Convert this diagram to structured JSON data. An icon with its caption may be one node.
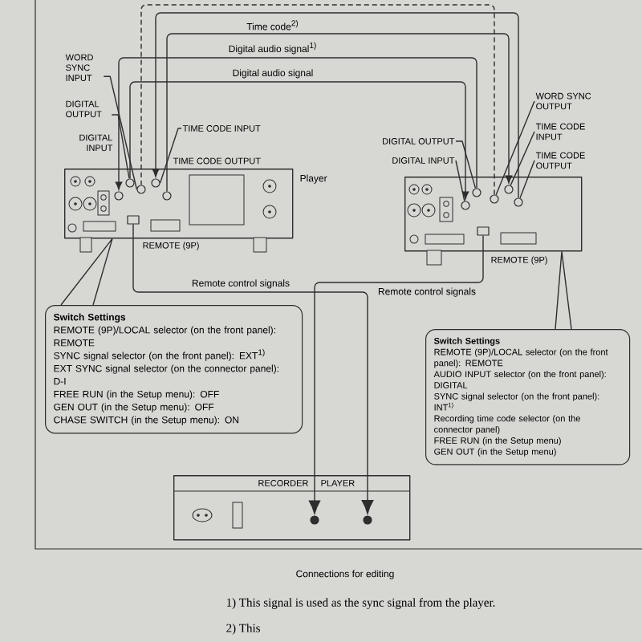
{
  "diagram": {
    "caption": "Connections for editing",
    "nodes": [
      {
        "text": [],
        "shape": "box",
        "beside": [
          "Player"
        ]
      },
      {
        "text": [],
        "shape": "circle",
        "in": 0
      },
      {
        "text": [],
        "shape": "circle",
        "in": 0
      },
      {
        "text": [],
        "shape": "box",
        "in": 0
      },
      {
        "text": [],
        "shape": "circle",
        "in": 0
      },
      {
        "text": [],
        "shape": "circle",
        "in": 0
      },
      {
        "text": [],
        "shape": "circle",
        "in": 0
      },
      {
        "text": [],
        "shape": "box"
      },
      {
        "text": [],
        "shape": "circle",
        "in": 7
      },
      {
        "text": [],
        "shape": "circle",
        "in": 7
      },
      {
        "text": [],
        "shape": "box",
        "in": 7
      },
      {
        "text": [],
        "shape": "circle",
        "in": 7
      },
      {
        "text": [],
        "shape": "circle",
        "in": 7
      },
      {
        "text": [],
        "shape": "circle",
        "in": 7
      },
      {
        "text": [],
        "shape": "box"
      },
      {
        "text": [],
        "shape": "circle",
        "in": 14,
        "beside": [
          "RECORDER"
        ]
      },
      {
        "text": [],
        "shape": "circle",
        "in": 14,
        "beside": [
          "PLAYER"
        ]
      },
      {
        "text": [
          "Switch Settings",
          "REMOTE (9P)/LOCAL selector (on the front panel): REMOTE",
          "SYNC signal selector (on the front panel): EXT$^{1)}$",
          "EXT SYNC signal selector (on the connector panel): D-I",
          "FREE RUN (in the Setup menu): OFF",
          "GEN OUT (in the Setup menu): OFF",
          "CHASE SWITCH (in the Setup menu): ON"
        ]
      },
      {
        "text": [
          "Switch Settings",
          "REMOTE (9P)/LOCAL selector (on the front panel): REMOTE",
          "AUDIO INPUT selector (on the front panel): DIGITAL",
          "SYNC signal selector (on the front panel): INT$^{1)}$",
          "Recording time code selector (on the connector panel)",
          "FREE RUN (in the Setup menu)",
          "GEN OUT (in the Setup menu)"
        ]
      },
      {
        "text": [
          "WORD SYNC INPUT"
        ]
      },
      {
        "text": [
          "DIGITAL OUTPUT"
        ]
      },
      {
        "text": [
          "TIME CODE INPUT"
        ]
      },
      {
        "text": [
          "DIGITAL OUTPUT"
        ]
      },
      {
        "text": [
          "DIGITAL INPUT"
        ]
      },
      {
        "text": [
          "WORD SYNC OUTPUT"
        ]
      },
      {
        "text": [
          "TIME CODE INPUT"
        ]
      },
      {
        "text": [
          "TIME CODE OUTPUT"
        ]
      }
    ],
    "edges": [
      {
        "from": 11,
        "to": 4,
        "arrow": "none",
        "style": "dashed"
      },
      {
        "from": 13,
        "to": 5,
        "arrow": "to"
      },
      {
        "from": 6,
        "to": 12,
        "arrow": "to",
        "label": "Time code$^{2)}$"
      },
      {
        "from": 9,
        "to": 1,
        "arrow": "to",
        "label": "Digital audio signal$^{1)}$"
      },
      {
        "from": 2,
        "to": 8,
        "arrow": "to",
        "label": "Digital audio signal"
      },
      {
        "from": 3,
        "to": 16,
        "arrow": "to",
        "label": "Remote control signals"
      },
      {
        "from": 10,
        "to": 15,
        "arrow": "to",
        "label": "Remote control signals"
      },
      {
        "from": 19,
        "to": 4,
        "arrow": "none"
      },
      {
        "from": 20,
        "to": 2,
        "arrow": "none"
      },
      {
        "from": 21,
        "to": 5,
        "arrow": "none"
      },
      {
        "from": 22,
        "to": 9,
        "arrow": "none"
      },
      {
        "from": 23,
        "to": 8,
        "arrow": "none"
      },
      {
        "from": 24,
        "to": 11,
        "arrow": "none"
      },
      {
        "from": 25,
        "to": 12,
        "arrow": "none"
      },
      {
        "from": 26,
        "to": 13,
        "arrow": "none"
      },
      {
        "from": 17,
        "to": 0,
        "arrow": "none"
      },
      {
        "from": 18,
        "to": 7,
        "arrow": "none"
      }
    ],
    "labels": [
      "DIGITAL INPUT",
      "TIME CODE OUTPUT",
      "REMOTE (9P)",
      "REMOTE (9P)",
      "1) This signal is used as the sync signal from the player.",
      "2) This"
    ]
  }
}
